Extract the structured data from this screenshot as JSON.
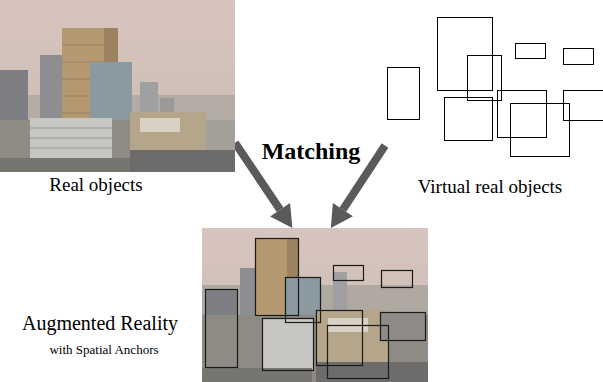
{
  "diagram": {
    "nodes": [
      {
        "text": [
          "Real objects"
        ]
      },
      {
        "text": [
          "Virtual real objects"
        ]
      },
      {
        "text": [
          "Augmented Reality",
          "with Spatial Anchors"
        ]
      }
    ],
    "edges": [
      {
        "from": 0,
        "to": 2,
        "arrow": "to"
      },
      {
        "from": 1,
        "to": 2,
        "arrow": "to"
      }
    ],
    "labels": [
      "Matching"
    ]
  }
}
